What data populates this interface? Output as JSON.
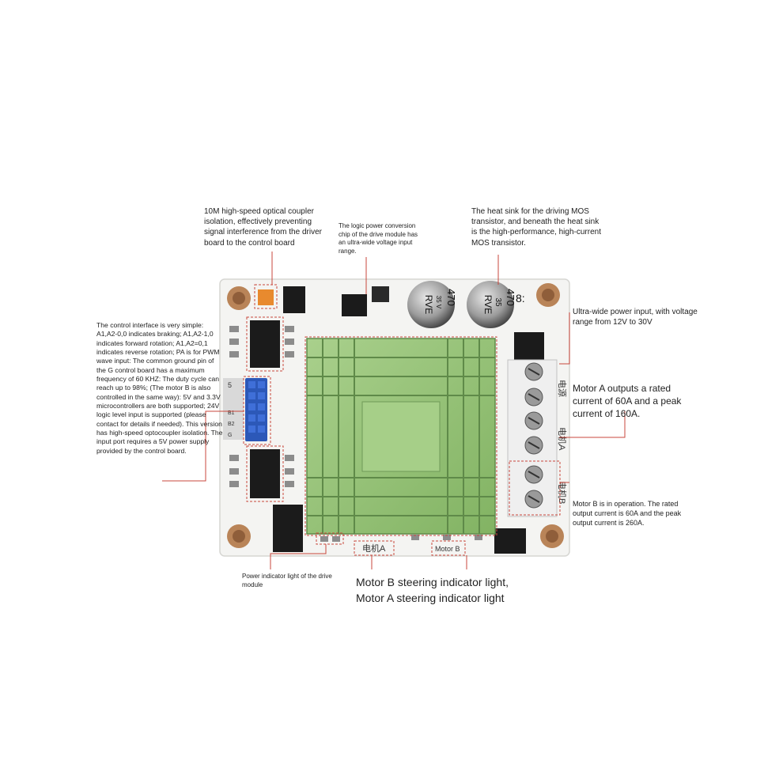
{
  "annotations": {
    "optocoupler": "10M high-speed optical coupler isolation, effectively preventing signal interference from the driver board to the control board",
    "logic_power": "The logic power conversion chip of the drive module has an ultra-wide voltage input range.",
    "heat_sink": "The heat sink for the driving MOS transistor, and beneath the heat sink is the high-performance, high-current MOS transistor.",
    "power_input": "Ultra-wide power input, with voltage range from 12V to 30V",
    "motor_a_outputs": "Motor A outputs a rated current of 60A and a peak current of 160A.",
    "motor_b_operation": "Motor B is in operation. The rated output current is 60A and the peak output current is 260A.",
    "control_interface": "The control interface is very simple: A1,A2-0,0 indicates braking; A1,A2-1,0 indicates forward rotation; A1,A2=0,1 indicates reverse rotation; PA is for PWM wave input: The common ground pin of the G control board has a maximum frequency of 60 KHZ: The duty cycle can reach up to 98%; (The motor B is also controlled in the same way): 5V and 3.3V microcontrollers are both supported; 24V logic level input is supported (please contact for details if needed). This version has high-speed optocoupler isolation. The input port requires a 5V power supply provided by the control board.",
    "power_indicator": "Power indicator light of the drive module",
    "steering_indicator_line1": "Motor B steering indicator light,",
    "steering_indicator_line2": "Motor A steering indicator light"
  },
  "board_labels": {
    "cap_left_value": "470",
    "cap_left_volt": "35 V",
    "cap_left_brand": "RVE",
    "cap_right_value": "470",
    "cap_right_volt": "35",
    "cap_right_brand": "RVE",
    "corner_mark": "8:",
    "pin_5": "5",
    "pin_b1": "B1",
    "pin_b2": "B2",
    "pin_g": "G",
    "power_terminal": "电源",
    "motor_a_terminal": "电机A",
    "motor_b_terminal": "电机B",
    "bottom_motor_a": "电机A",
    "bottom_motor_b": "Motor B"
  },
  "colors": {
    "board": "#f4f4f2",
    "heatsink": "#98c47a",
    "heatsink_dark": "#5f8a49",
    "mount_hole": "#b98458",
    "leader_line": "#c9473c",
    "connector": "#3f6fd8"
  }
}
